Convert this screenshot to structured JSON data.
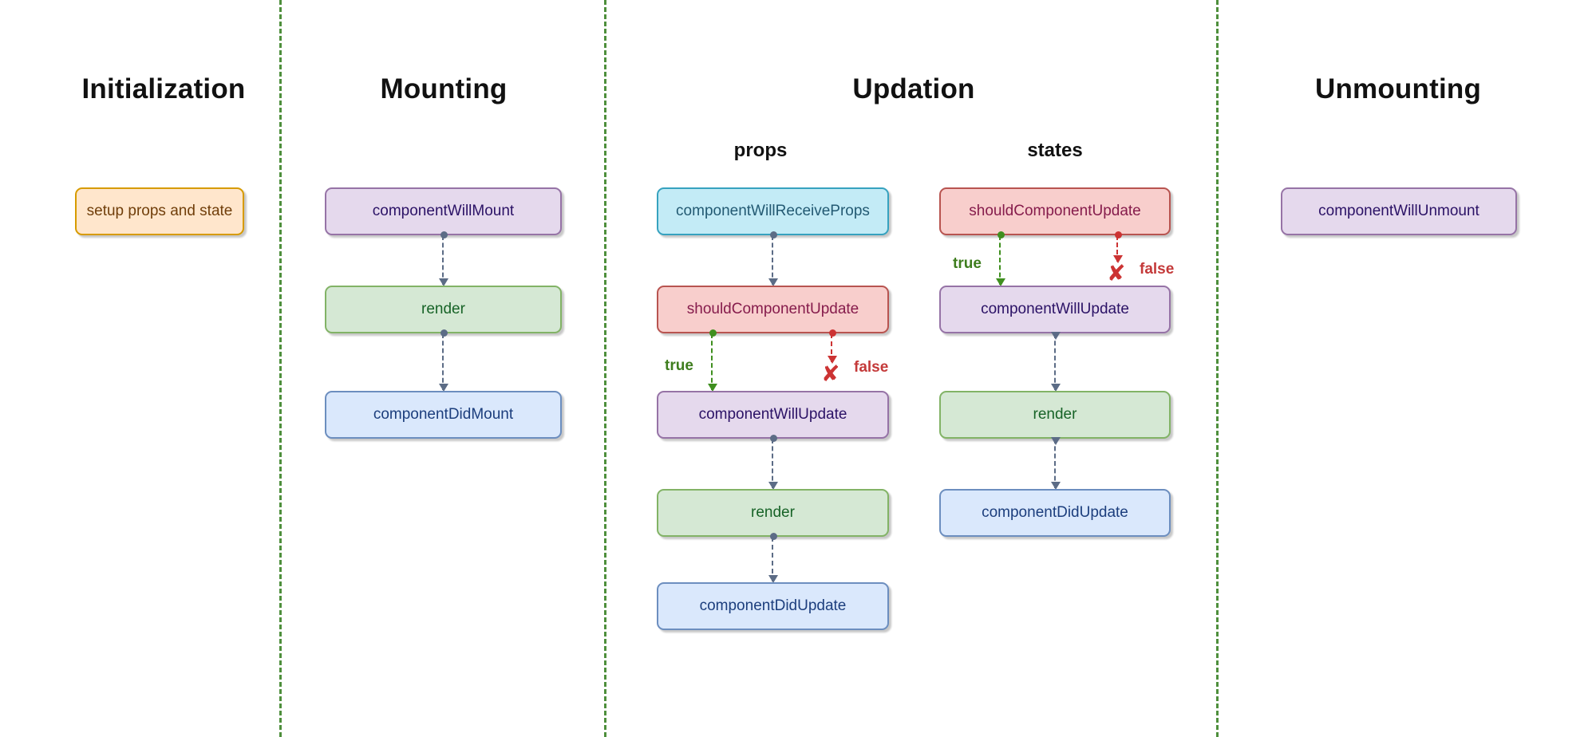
{
  "sections": [
    {
      "title": "Initialization",
      "nodes": [
        {
          "label": "setup props and state"
        }
      ]
    },
    {
      "title": "Mounting",
      "nodes": [
        {
          "label": "componentWillMount"
        },
        {
          "label": "render"
        },
        {
          "label": "componentDidMount"
        }
      ]
    },
    {
      "title": "Updation",
      "columns": [
        {
          "subtitle": "props",
          "nodes": [
            {
              "label": "componentWillReceiveProps"
            },
            {
              "label": "shouldComponentUpdate"
            },
            {
              "label": "componentWillUpdate"
            },
            {
              "label": "render"
            },
            {
              "label": "componentDidUpdate"
            }
          ]
        },
        {
          "subtitle": "states",
          "nodes": [
            {
              "label": "shouldComponentUpdate"
            },
            {
              "label": "componentWillUpdate"
            },
            {
              "label": "render"
            },
            {
              "label": "componentDidUpdate"
            }
          ]
        }
      ]
    },
    {
      "title": "Unmounting",
      "nodes": [
        {
          "label": "componentWillUnmount"
        }
      ]
    }
  ],
  "edges": {
    "true_label": "true",
    "false_label": "false",
    "cross_icon": "✘"
  },
  "colors": {
    "divider": "#4e8f3c",
    "edge_default": "#5c6c86",
    "edge_true": "#3f8f1f",
    "edge_false": "#cc3333",
    "node_setup": {
      "fill": "#ffe6cc",
      "border": "#d79b00",
      "text": "#703e0a"
    },
    "node_will_lifecycle": {
      "fill": "#e5d9ed",
      "border": "#9673a6",
      "text": "#2b1266"
    },
    "node_render": {
      "fill": "#d5e8d4",
      "border": "#82b366",
      "text": "#176327"
    },
    "node_did_lifecycle": {
      "fill": "#dae8fc",
      "border": "#6c8ebf",
      "text": "#1c3e7d"
    },
    "node_receive_props": {
      "fill": "#c3ebf6",
      "border": "#36a2bf",
      "text": "#235a73"
    },
    "node_should_update": {
      "fill": "#f8cecc",
      "border": "#b85450",
      "text": "#861c4c"
    }
  }
}
